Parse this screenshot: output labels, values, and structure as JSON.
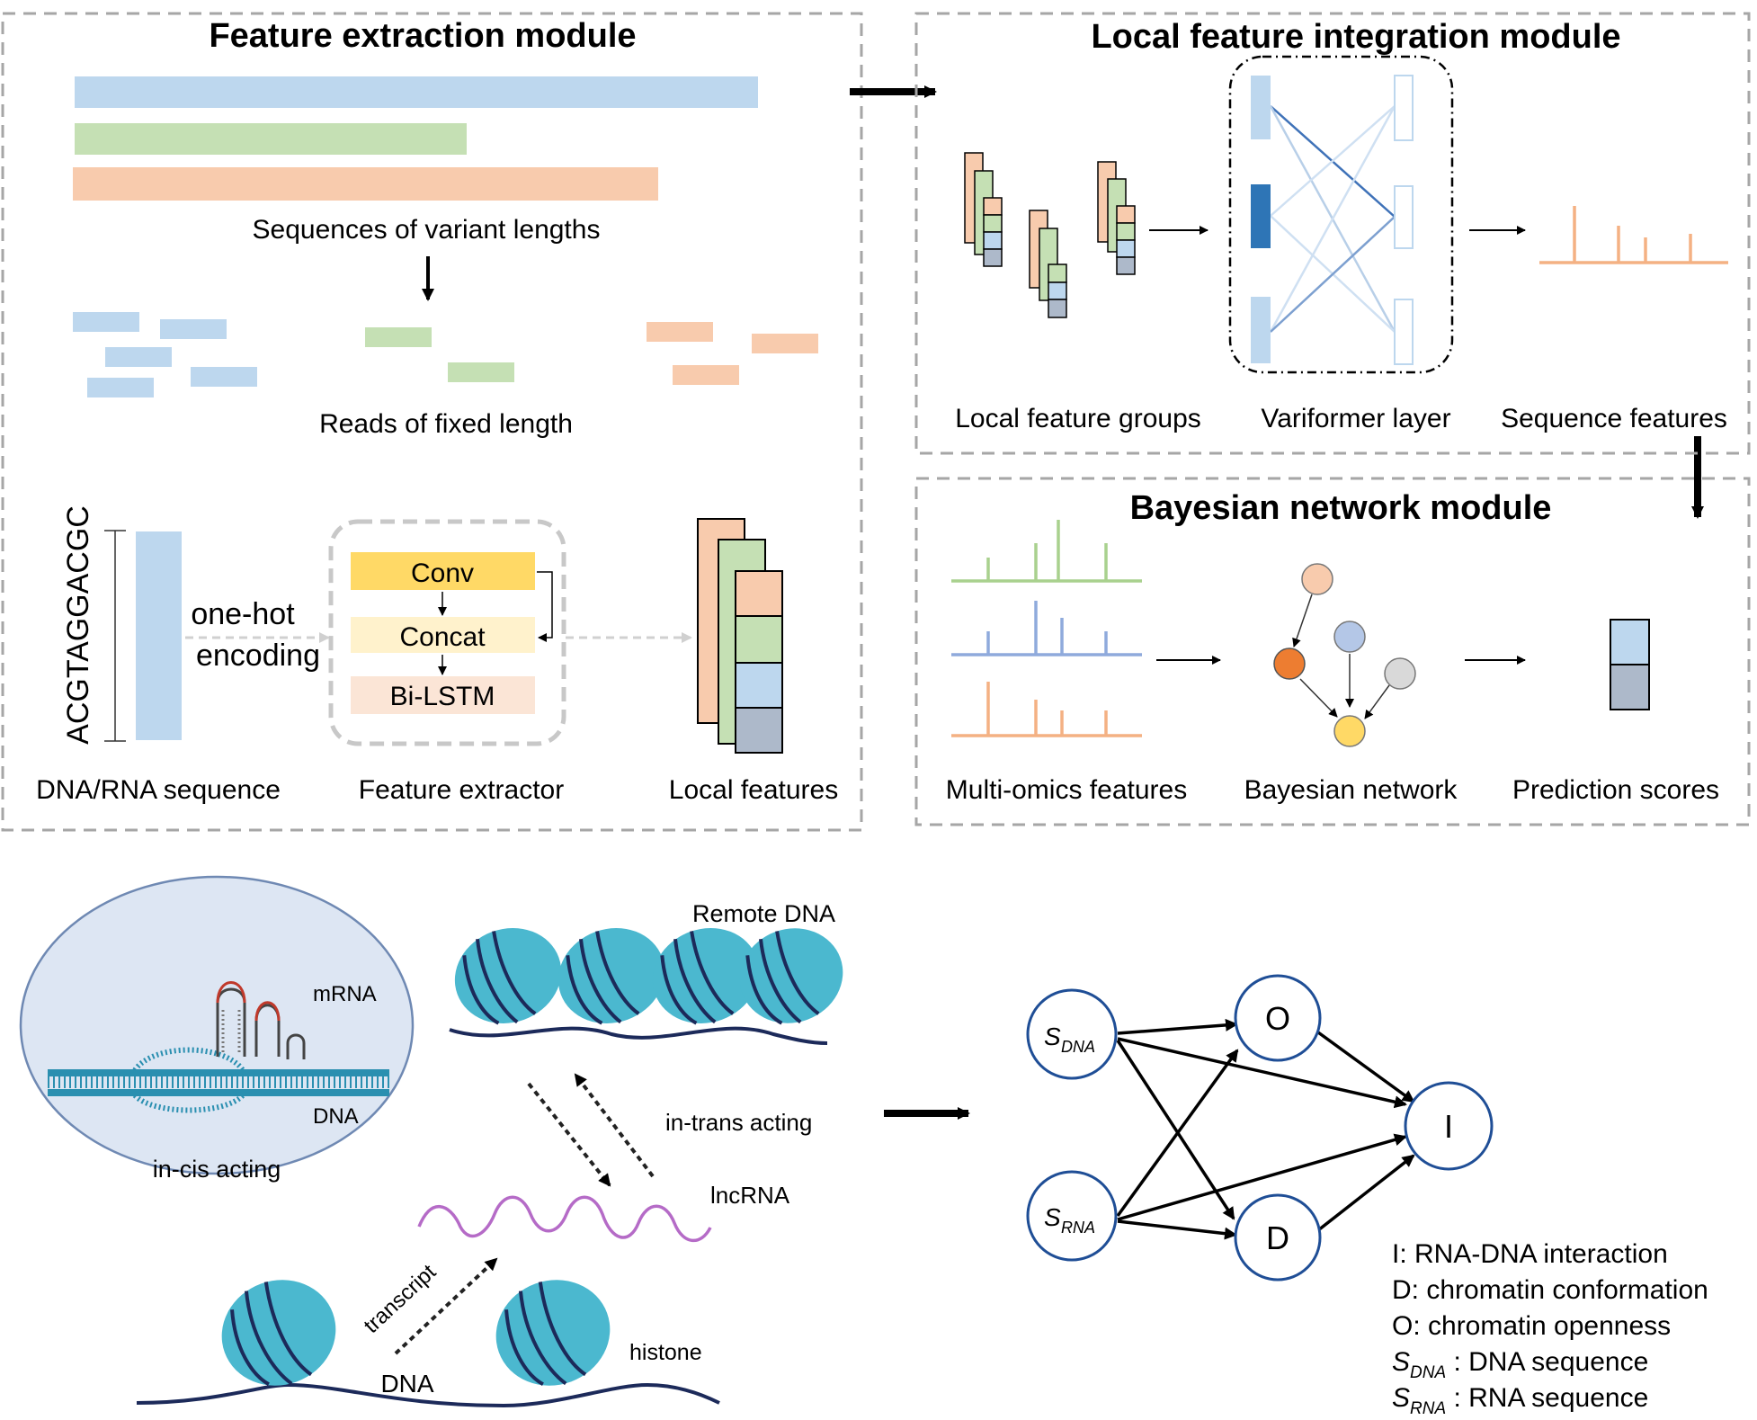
{
  "modules": {
    "feature_extraction": {
      "title": "Feature extraction module",
      "sequences_label": "Sequences of variant lengths",
      "reads_label": "Reads of fixed length",
      "dna_sequence_text": "ACGTAGGACGC",
      "one_hot_line1": "one-hot",
      "one_hot_line2": "encoding",
      "extractor_layers": [
        "Conv",
        "Concat",
        "Bi-LSTM"
      ],
      "labels": {
        "dna_rna": "DNA/RNA sequence",
        "extractor": "Feature extractor",
        "local_features": "Local features"
      }
    },
    "local_integration": {
      "title": "Local feature integration module",
      "labels": {
        "groups": "Local feature groups",
        "variformer": "Variformer layer",
        "sequence_features": "Sequence features"
      }
    },
    "bayesian": {
      "title": "Bayesian network module",
      "labels": {
        "multi_omics": "Multi-omics features",
        "network": "Bayesian network",
        "scores": "Prediction scores"
      }
    }
  },
  "biology": {
    "mrna": "mRNA",
    "dna_cis": "DNA",
    "in_cis": "in-cis acting",
    "remote_dna": "Remote DNA",
    "in_trans": "in-trans acting",
    "lncrna": "lncRNA",
    "transcript": "transcript",
    "dna_bottom": "DNA",
    "histone": "histone"
  },
  "graph": {
    "nodes": {
      "s_dna": {
        "main": "S",
        "sub": "DNA"
      },
      "s_rna": {
        "main": "S",
        "sub": "RNA"
      },
      "o": "O",
      "d": "D",
      "i": "I"
    },
    "legend": {
      "i": "I:  RNA-DNA interaction",
      "d": "D: chromatin conformation",
      "o": "O: chromatin openness",
      "s_dna_main": "S",
      "s_dna_sub": "DNA",
      "s_dna_text": " : DNA sequence",
      "s_rna_main": "S",
      "s_rna_sub": "RNA",
      "s_rna_text": " : RNA sequence"
    }
  },
  "colors": {
    "blue_light": "#bdd7ee",
    "green_light": "#c5e0b4",
    "orange_light": "#f8cbad",
    "gray_blue": "#adb9ca",
    "blue_dark": "#2e75b6",
    "conv": "#ffd966",
    "concat": "#fff2cc",
    "bilstm": "#fbe5d6",
    "node_border": "#1f4e96",
    "histone": "#4bb8cf",
    "histone_dark": "#2a8fb0",
    "lncrna": "#b56bc7"
  }
}
